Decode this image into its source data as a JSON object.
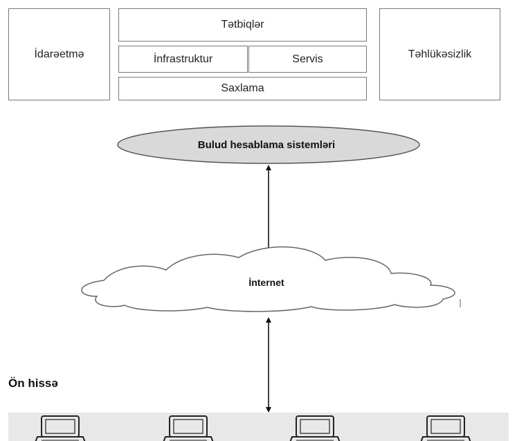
{
  "architecture": {
    "management": "İdarəetmə",
    "applications": "Tətbiqlər",
    "infrastructure": "İnfrastruktur",
    "service": "Servis",
    "storage": "Saxlama",
    "security": "Təhlükəsizlik"
  },
  "cloud_system": {
    "label": "Bulud hesablama sistemləri"
  },
  "internet": {
    "label": "İnternet"
  },
  "frontend": {
    "label": "Ön hissə",
    "device_icons": [
      "laptop-icon",
      "laptop-icon",
      "laptop-icon",
      "laptop-icon"
    ]
  },
  "colors": {
    "ellipse_fill": "#d9d9d9",
    "client_strip": "#e8e8e8"
  }
}
